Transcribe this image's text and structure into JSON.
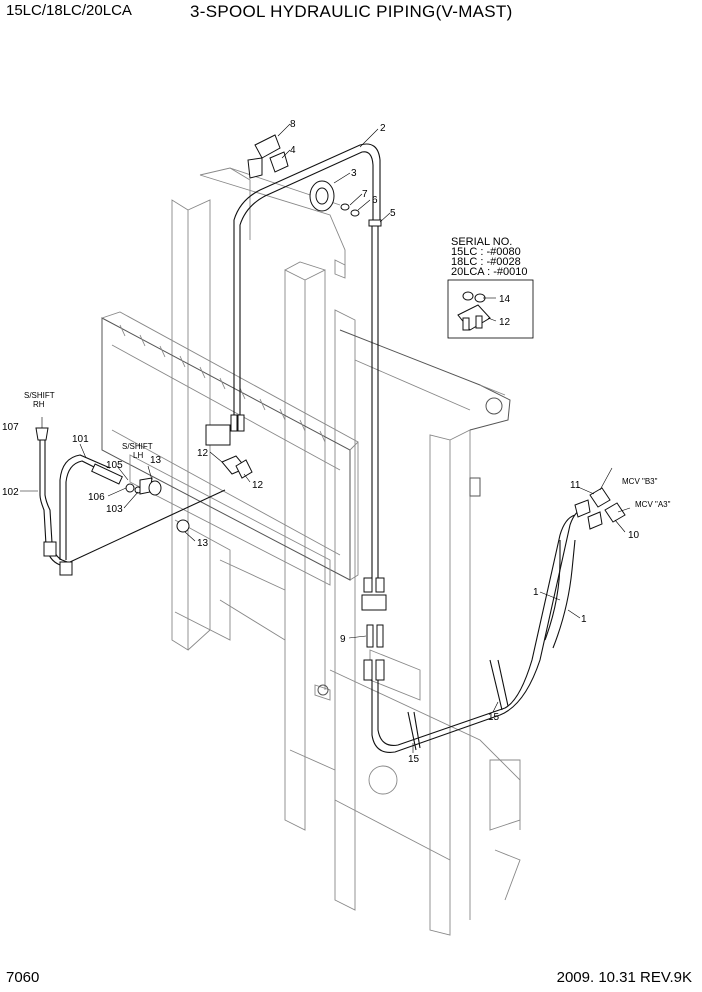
{
  "header": {
    "model": "15LC/18LC/20LCA",
    "title": "3-SPOOL HYDRAULIC PIPING(V-MAST)"
  },
  "footer": {
    "page_number": "7060",
    "revision": "2009. 10.31  REV.9K"
  },
  "serial_note": {
    "title": "SERIAL NO.",
    "lines": [
      "15LC : -#0080",
      "18LC : -#0028",
      "20LCA : -#0010"
    ]
  },
  "labels": {
    "sshift_rh": [
      "S/SHIFT",
      "RH"
    ],
    "sshift_lh": [
      "S/SHIFT",
      "LH"
    ],
    "mcv_b3": "MCV \"B3\"",
    "mcv_a3": "MCV \"A3\""
  },
  "callouts": {
    "c8": "8",
    "c2": "2",
    "c4": "4",
    "c3": "3",
    "c7": "7",
    "c6": "6",
    "c5": "5",
    "c14": "14",
    "c12_box": "12",
    "c107": "107",
    "c101": "101",
    "c102": "102",
    "c105": "105",
    "c106": "106",
    "c103": "103",
    "c13_top": "13",
    "c13_bottom": "13",
    "c12_left": "12",
    "c12_right": "12",
    "c11": "11",
    "c10": "10",
    "c1_a": "1",
    "c1_b": "1",
    "c9": "9",
    "c15_a": "15",
    "c15_b": "15"
  }
}
